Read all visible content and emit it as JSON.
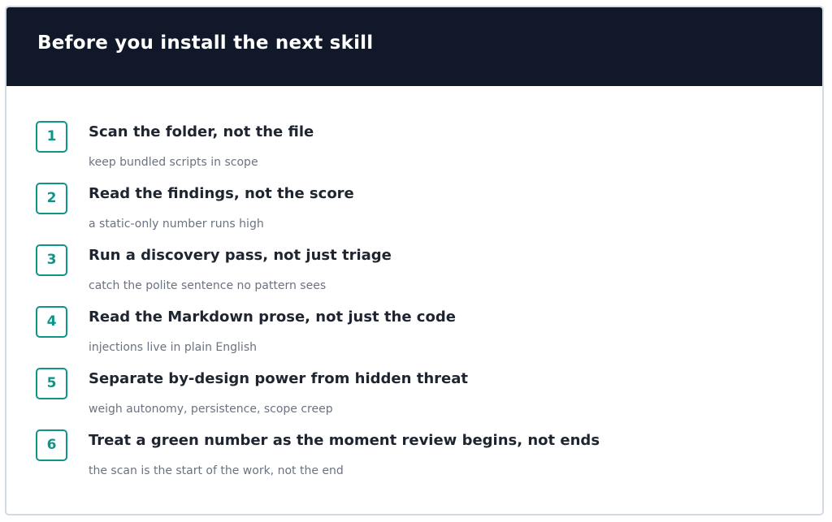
{
  "header": {
    "title": "Before you install the next skill"
  },
  "colors": {
    "header_bg": "#101829",
    "accent": "#0f9488",
    "title_text": "#1f2530",
    "subtitle_text": "#6b7280",
    "card_border": "#d2dae3"
  },
  "steps": [
    {
      "number": "1",
      "title": "Scan the folder, not the file",
      "subtitle": "keep bundled scripts in scope"
    },
    {
      "number": "2",
      "title": "Read the findings, not the score",
      "subtitle": "a static-only number runs high"
    },
    {
      "number": "3",
      "title": "Run a discovery pass, not just triage",
      "subtitle": "catch the polite sentence no pattern sees"
    },
    {
      "number": "4",
      "title": "Read the Markdown prose, not just the code",
      "subtitle": "injections live in plain English"
    },
    {
      "number": "5",
      "title": "Separate by-design power from hidden threat",
      "subtitle": "weigh autonomy, persistence, scope creep"
    },
    {
      "number": "6",
      "title": "Treat a green number as the moment review begins, not ends",
      "subtitle": "the scan is the start of the work, not the end"
    }
  ]
}
